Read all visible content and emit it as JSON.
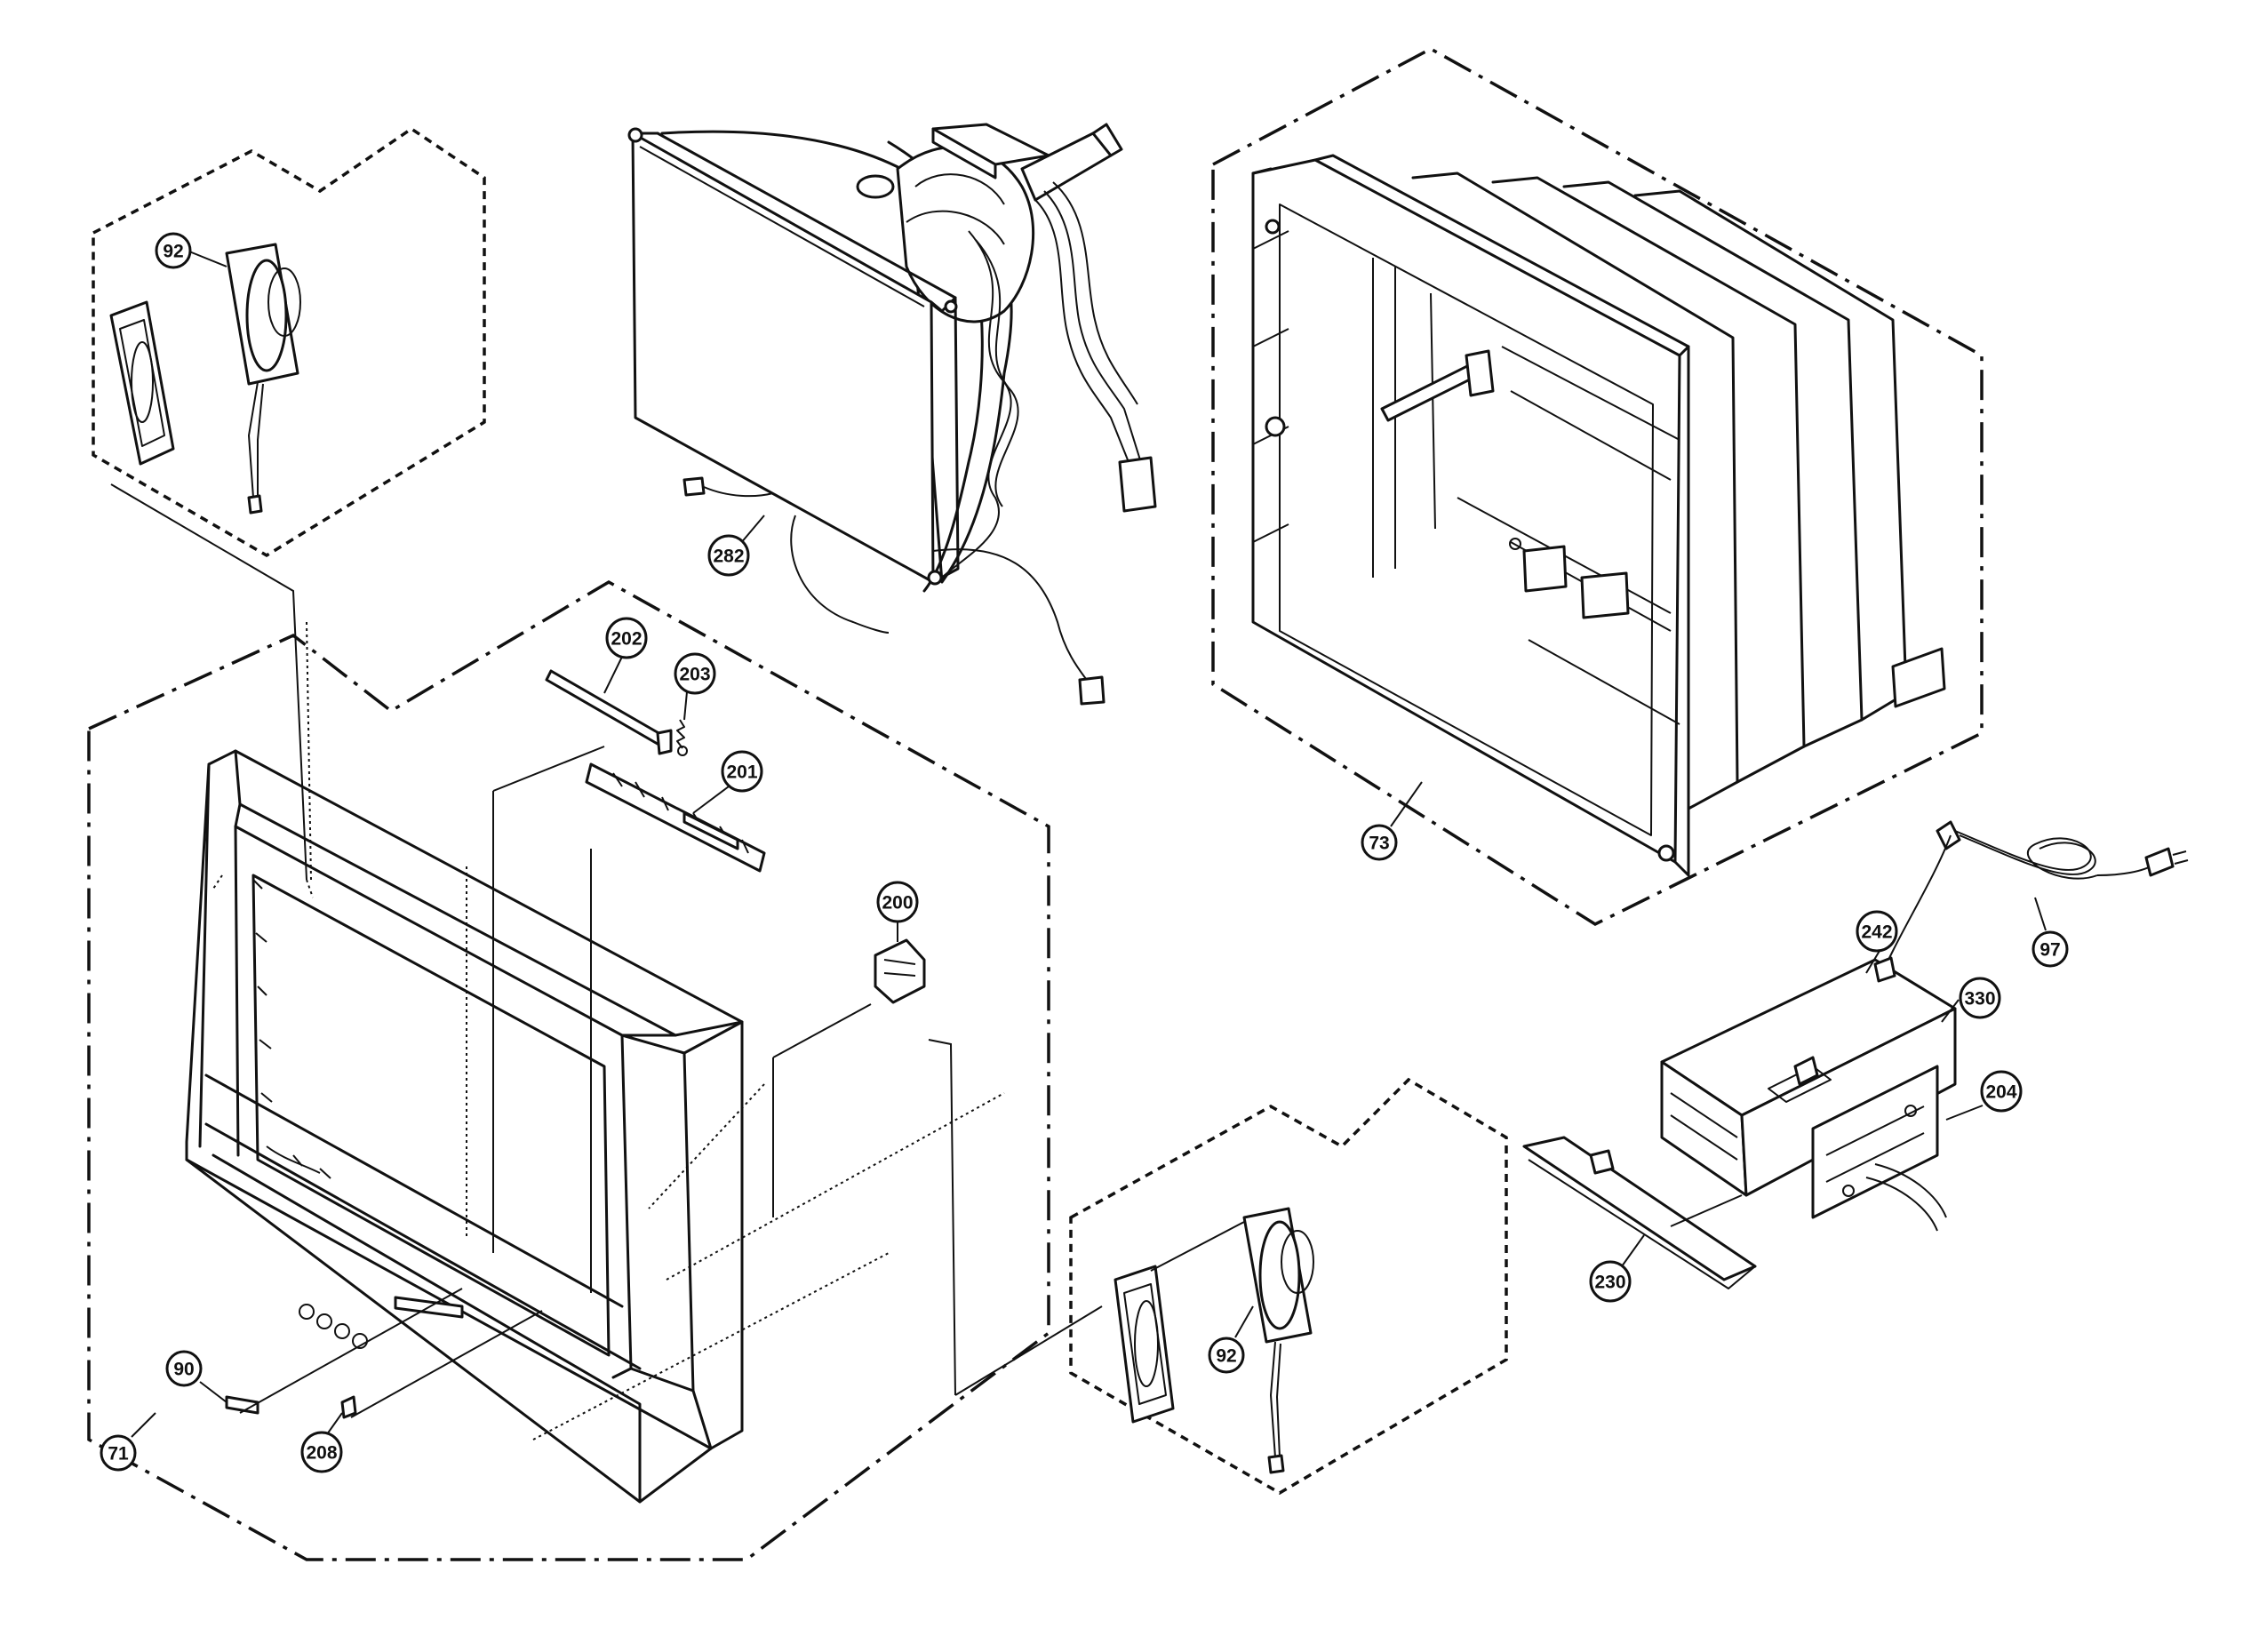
{
  "callouts": [
    {
      "id": "c-92-top",
      "label": "92"
    },
    {
      "id": "c-282",
      "label": "282"
    },
    {
      "id": "c-202",
      "label": "202"
    },
    {
      "id": "c-203",
      "label": "203"
    },
    {
      "id": "c-201",
      "label": "201"
    },
    {
      "id": "c-200",
      "label": "200"
    },
    {
      "id": "c-73",
      "label": "73"
    },
    {
      "id": "c-97",
      "label": "97"
    },
    {
      "id": "c-242",
      "label": "242"
    },
    {
      "id": "c-330",
      "label": "330"
    },
    {
      "id": "c-204",
      "label": "204"
    },
    {
      "id": "c-230",
      "label": "230"
    },
    {
      "id": "c-92-bottom",
      "label": "92"
    },
    {
      "id": "c-90",
      "label": "90"
    },
    {
      "id": "c-208",
      "label": "208"
    },
    {
      "id": "c-71",
      "label": "71"
    }
  ]
}
